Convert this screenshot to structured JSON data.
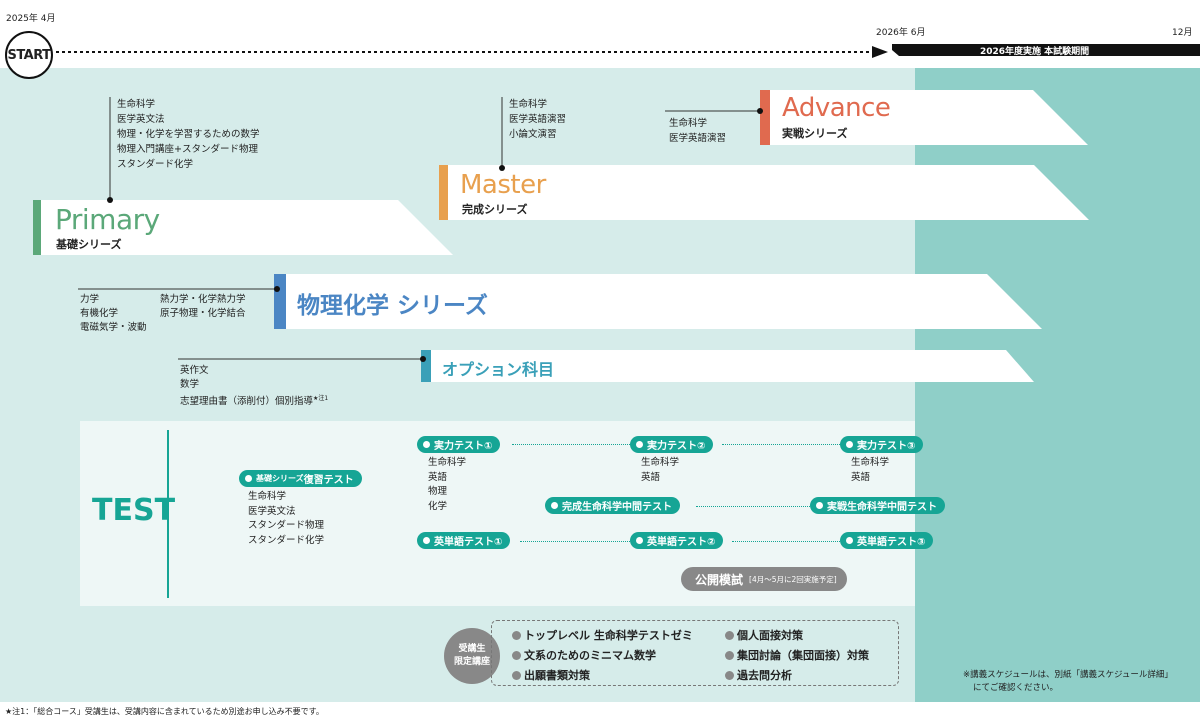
{
  "timeline": {
    "start_date": "2025年 4月",
    "mid_date": "2026年 6月",
    "end_date": "12月",
    "start_label": "START",
    "exam_period": "2026年度実施 本試験期間"
  },
  "series": {
    "primary": {
      "title": "Primary",
      "subtitle": "基礎シリーズ",
      "color": "#5ba879",
      "courses": [
        "生命科学",
        "医学英文法",
        "物理・化学を学習するための数学",
        "物理入門講座+スタンダード物理",
        "スタンダード化学"
      ]
    },
    "master": {
      "title": "Master",
      "subtitle": "完成シリーズ",
      "color": "#e8a04e",
      "courses": [
        "生命科学",
        "医学英語演習",
        "小論文演習"
      ]
    },
    "advance": {
      "title": "Advance",
      "subtitle": "実戦シリーズ",
      "color": "#e06a4f",
      "courses": [
        "生命科学",
        "医学英語演習"
      ]
    },
    "physchem": {
      "title": "物理化学 シリーズ",
      "color": "#4b86c4",
      "courses_col1": [
        "力学",
        "有機化学",
        "電磁気学・波動"
      ],
      "courses_col2": [
        "熱力学・化学熱力学",
        "原子物理・化学結合"
      ]
    },
    "option": {
      "title": "オプション科目",
      "color": "#3aa0b8",
      "courses": [
        "英作文",
        "数学",
        "志望理由書（添削付）個別指導"
      ],
      "note_mark": "★注1"
    }
  },
  "test": {
    "label": "TEST",
    "review": {
      "label_small": "基礎シリーズ",
      "label_main": "復習テスト",
      "subjects": [
        "生命科学",
        "医学英文法",
        "スタンダード物理",
        "スタンダード化学"
      ]
    },
    "jitsuryoku1": {
      "label": "実力テスト①",
      "subjects": [
        "生命科学",
        "英語",
        "物理",
        "化学"
      ]
    },
    "jitsuryoku2": {
      "label": "実力テスト②",
      "subjects": [
        "生命科学",
        "英語"
      ]
    },
    "jitsuryoku3": {
      "label": "実力テスト③",
      "subjects": [
        "生命科学",
        "英語"
      ]
    },
    "mid_complete": "完成生命科学中間テスト",
    "mid_practical": "実戦生命科学中間テスト",
    "vocab1": "英単語テスト①",
    "vocab2": "英単語テスト②",
    "vocab3": "英単語テスト③",
    "mock_label": "公開模試",
    "mock_note": "[4月～5月に2回実施予定]"
  },
  "students_only": {
    "badge_line1": "受講生",
    "badge_line2": "限定講座",
    "items_left": [
      "トップレベル 生命科学テストゼミ",
      "文系のためのミニマム数学",
      "出願書類対策"
    ],
    "items_right": [
      "個人面接対策",
      "集団討論（集団面接）対策",
      "過去問分析"
    ]
  },
  "notes": {
    "schedule_line1": "※講義スケジュールは、別紙「講義スケジュール詳細」",
    "schedule_line2": "にてご確認ください。",
    "footnote": "★注1：「総合コース」受講生は、受講内容に含まれているため別途お申し込み不要です。"
  },
  "colors": {
    "accent": "#16a595",
    "background": "#d6ecea",
    "exam_zone": "#8fcfc8"
  }
}
